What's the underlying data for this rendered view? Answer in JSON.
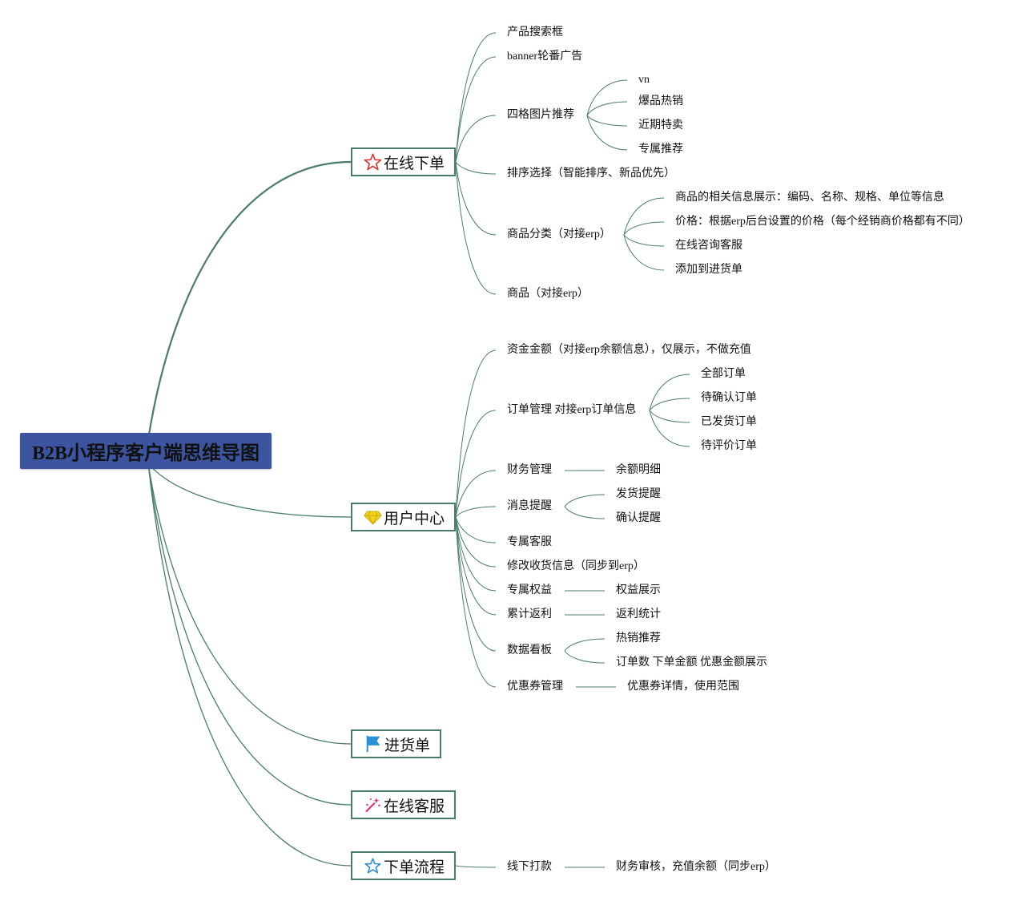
{
  "colors": {
    "root_fill": "#3d55a0",
    "link": "#4a7d69",
    "topic_border": "#4a7d69"
  },
  "root": {
    "label": "B2B小程序客户端思维导图"
  },
  "branches": [
    {
      "label": "在线下单",
      "icon": "star-red-icon",
      "children": [
        {
          "label": "产品搜索框"
        },
        {
          "label": "banner轮番广告"
        },
        {
          "label": "四格图片推荐",
          "children": [
            {
              "label": "vn"
            },
            {
              "label": "爆品热销"
            },
            {
              "label": "近期特卖"
            },
            {
              "label": "专属推荐"
            }
          ]
        },
        {
          "label": "排序选择（智能排序、新品优先）"
        },
        {
          "label": "商品分类（对接erp）",
          "children": [
            {
              "label": "商品的相关信息展示：编码、名称、规格、单位等信息"
            },
            {
              "label": "价格：根据erp后台设置的价格（每个经销商价格都有不同）"
            },
            {
              "label": "在线咨询客服"
            },
            {
              "label": "添加到进货单"
            }
          ]
        },
        {
          "label": "商品（对接erp）"
        }
      ]
    },
    {
      "label": "用户中心",
      "icon": "diamond-icon",
      "children": [
        {
          "label": "资金金额（对接erp余额信息），仅展示，不做充值"
        },
        {
          "label": "订单管理 对接erp订单信息",
          "children": [
            {
              "label": "全部订单"
            },
            {
              "label": "待确认订单"
            },
            {
              "label": "已发货订单"
            },
            {
              "label": "待评价订单"
            }
          ]
        },
        {
          "label": "财务管理",
          "children": [
            {
              "label": "余额明细"
            }
          ]
        },
        {
          "label": "消息提醒",
          "children": [
            {
              "label": "发货提醒"
            },
            {
              "label": "确认提醒"
            }
          ]
        },
        {
          "label": "专属客服"
        },
        {
          "label": "修改收货信息（同步到erp）"
        },
        {
          "label": "专属权益",
          "children": [
            {
              "label": "权益展示"
            }
          ]
        },
        {
          "label": "累计返利",
          "children": [
            {
              "label": "返利统计"
            }
          ]
        },
        {
          "label": "数据看板",
          "children": [
            {
              "label": "热销推荐"
            },
            {
              "label": "订单数 下单金额 优惠金额展示"
            }
          ]
        },
        {
          "label": "优惠券管理",
          "children": [
            {
              "label": "优惠券详情，使用范围"
            }
          ]
        }
      ]
    },
    {
      "label": "进货单",
      "icon": "flag-icon",
      "children": []
    },
    {
      "label": "在线客服",
      "icon": "magic-wand-icon",
      "children": []
    },
    {
      "label": "下单流程",
      "icon": "star-blue-icon",
      "children": [
        {
          "label": "线下打款",
          "children": [
            {
              "label": "财务审核，充值余额（同步erp）"
            }
          ]
        }
      ]
    }
  ]
}
